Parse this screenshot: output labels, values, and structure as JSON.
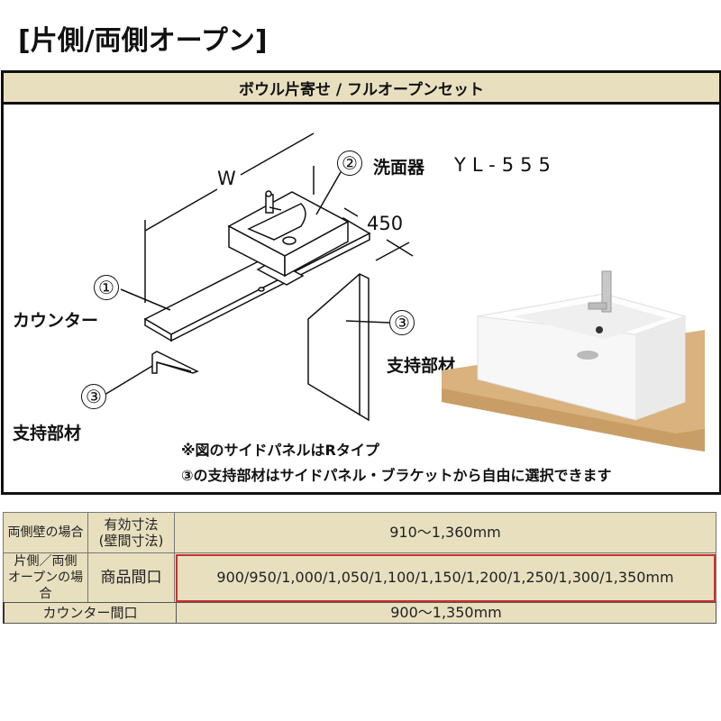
{
  "page": {
    "title": "[片側/両側オープン]"
  },
  "spec_box": {
    "header": "ボウル片寄せ / フルオープンセット",
    "diagram": {
      "dimension_w": "W",
      "dimension_depth": "450",
      "callouts": [
        {
          "number": "①",
          "label": "カウンター"
        },
        {
          "number": "②",
          "label": "洗面器",
          "model": "YL-555"
        },
        {
          "number": "③",
          "label": "支持部材",
          "position": "side-panel"
        },
        {
          "number": "③",
          "label": "支持部材",
          "position": "bracket"
        }
      ],
      "photo": "basin-on-wood-counter-image"
    },
    "notes": [
      "※図のサイドパネルはRタイプ",
      "③の支持部材はサイドパネル・ブラケットから自由に選択できます"
    ]
  },
  "table": {
    "rows": [
      {
        "case": "両側壁の場合",
        "item": "有効寸法\n(壁間寸法)",
        "value": "910～1,360mm",
        "highlight": false
      },
      {
        "case": "片側／両側\nオープンの場合",
        "item": "商品間口",
        "value": "900/950/1,000/1,050/1,100/1,150/1,200/1,250/1,300/1,350mm",
        "highlight": true
      }
    ],
    "counter": {
      "label": "カウンター間口",
      "value": "900～1,350mm"
    }
  },
  "colors": {
    "header_bg": "#e8dfbf",
    "highlight_border": "#c8322e",
    "counter_wood": "#d9b27d"
  }
}
